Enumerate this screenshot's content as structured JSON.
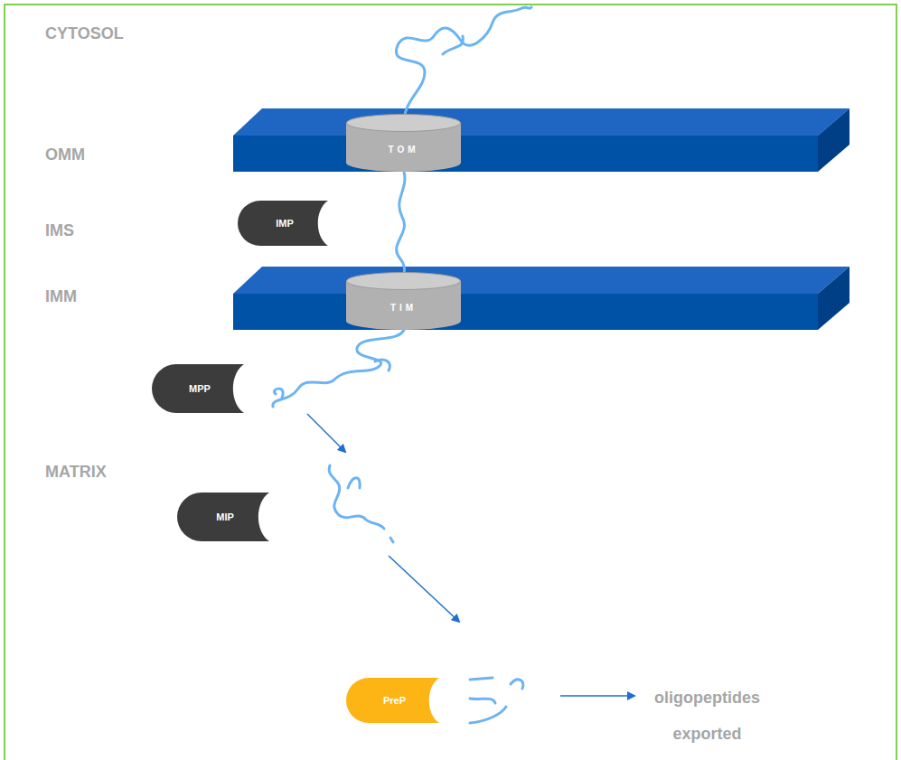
{
  "diagram": {
    "nodes": [
      {
        "text": [
          "TOM"
        ]
      },
      {
        "text": [
          "IMP"
        ]
      },
      {
        "text": [
          "TIM"
        ]
      },
      {
        "text": [
          "MPP"
        ]
      },
      {
        "text": [
          "MIP"
        ]
      },
      {
        "text": [
          "PreP"
        ]
      }
    ],
    "labels": [
      "CYTOSOL",
      "OMM",
      "IMS",
      "IMM",
      "MATRIX",
      "oligopeptides exported"
    ]
  }
}
